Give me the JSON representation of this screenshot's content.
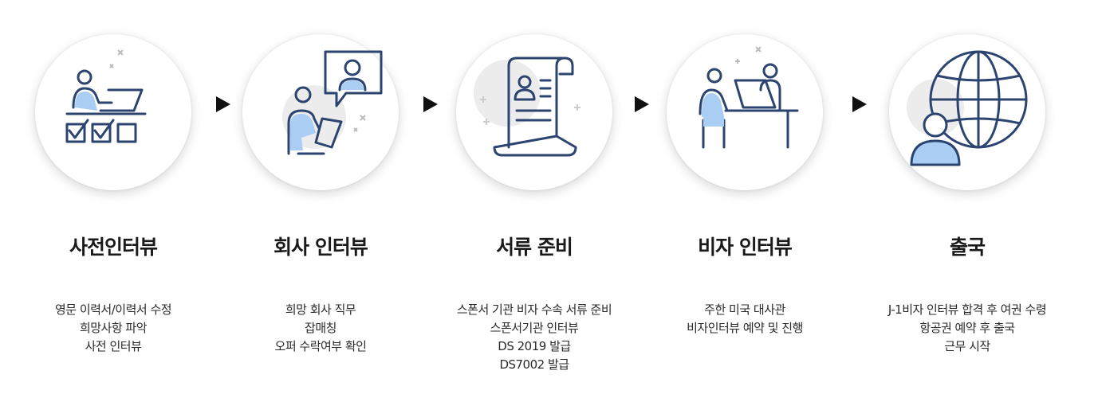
{
  "colors": {
    "navy": "#2c4470",
    "light_blue": "#a9cdf3",
    "gray_blob": "#ececec",
    "arrow": "#111111"
  },
  "steps": [
    {
      "icon": "interview-checklist-icon",
      "title": "사전인터뷰",
      "lines": [
        "영문 이력서/이력서 수정",
        "희망사항 파악",
        "사전 인터뷰"
      ]
    },
    {
      "icon": "video-interview-icon",
      "title": "회사 인터뷰",
      "lines": [
        "희망 회사 직무",
        "잡매칭",
        "오퍼 수락여부 확인"
      ]
    },
    {
      "icon": "document-scroll-icon",
      "title": "서류 준비",
      "lines": [
        "스폰서 기관 비자 수속 서류 준비",
        "스폰서기관 인터뷰",
        "DS 2019 발급",
        "DS7002 발급"
      ]
    },
    {
      "icon": "visa-interview-icon",
      "title": "비자 인터뷰",
      "lines": [
        "주한 미국 대사관",
        "비자인터뷰 예약 및 진행"
      ]
    },
    {
      "icon": "globe-departure-icon",
      "title": "출국",
      "lines": [
        "J-1비자 인터뷰 합격 후 여권 수령",
        "항공권 예약 후 출국",
        "근무 시작"
      ]
    }
  ]
}
